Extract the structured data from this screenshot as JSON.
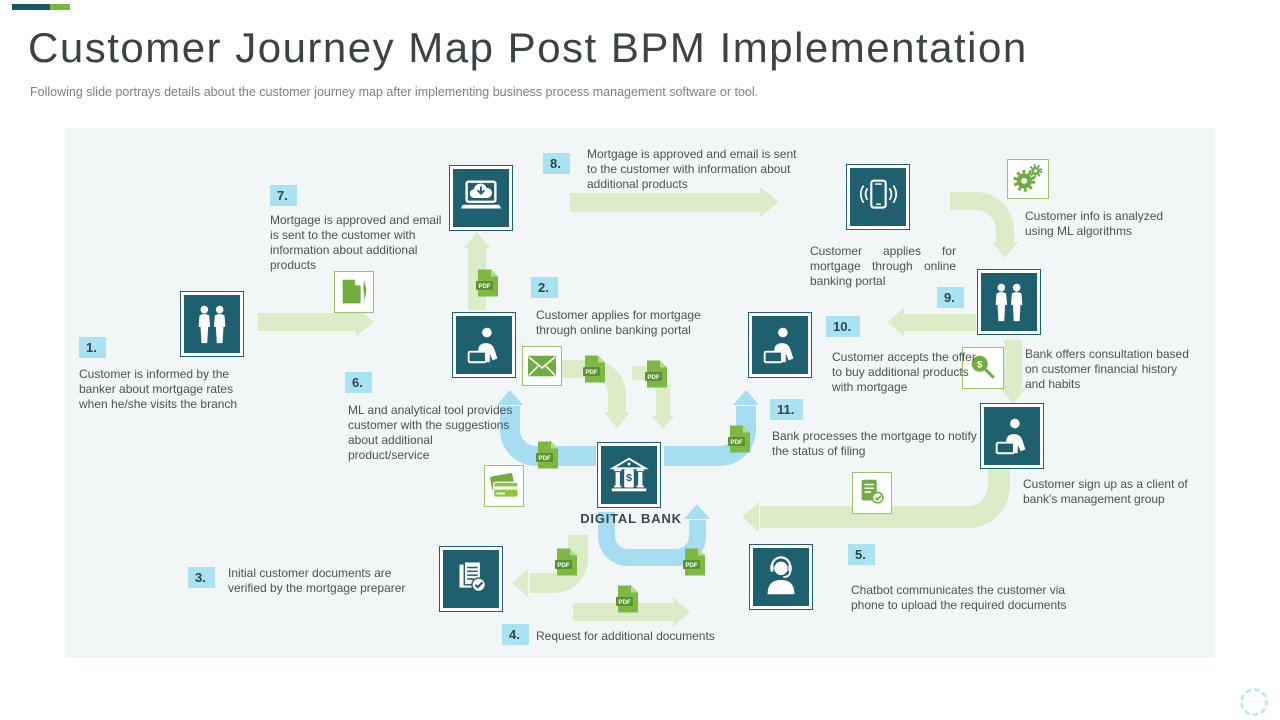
{
  "slide": {
    "title": "Customer Journey Map Post BPM Implementation",
    "subtitle": "Following slide portrays details about the customer journey map after implementing business process management software or tool."
  },
  "diagram": {
    "digital_bank_label": "DIGITAL BANK",
    "pdf_label": "PDF",
    "steps": {
      "s1": {
        "num": "1.",
        "text": "Customer is informed by the banker about mortgage rates when he/she visits the branch"
      },
      "s2": {
        "num": "2.",
        "text": "Customer applies for mortgage through online banking portal"
      },
      "s3": {
        "num": "3.",
        "text": "Initial customer documents are verified by the mortgage preparer"
      },
      "s4": {
        "num": "4.",
        "text": "Request for additional documents"
      },
      "s5": {
        "num": "5.",
        "text": "Chatbot communicates the customer via phone to upload the required documents"
      },
      "s6": {
        "num": "6.",
        "text": "ML and analytical tool provides customer with the suggestions about additional product/service"
      },
      "s7": {
        "num": "7.",
        "text": "Mortgage is approved and email is sent to the customer with information about additional products"
      },
      "s8": {
        "num": "8.",
        "text": "Mortgage is approved and email is sent to the customer with information about additional products"
      },
      "s9": {
        "num": "9."
      },
      "s10": {
        "num": "10.",
        "text": "Customer accepts the offer to buy additional products with mortgage"
      },
      "s11": {
        "num": "11.",
        "text": "Bank processes the mortgage to notify the status of filing"
      }
    },
    "captions": {
      "portal": "Customer applies for mortgage through online banking portal",
      "ml_analysis": "Customer info is analyzed using ML algorithms",
      "consultation": "Bank offers consultation based on customer financial history and habits",
      "signup": "Customer sign up as a client of bank's management group"
    }
  },
  "icons": {
    "two_people_icon": "two standing people silhouettes",
    "laptop_cloud_icon": "laptop with cloud download",
    "smartphone_icon": "vibrating smartphone",
    "person_laptop_icon": "person working on laptop",
    "bank_building_icon": "bank building with dollar sign",
    "documents_check_icon": "verified documents with checkmark",
    "support_agent_icon": "agent with headset",
    "note_pen_icon": "note with pen",
    "gears_icon": "two gears",
    "magnifier_dollar_icon": "magnifier over dollar",
    "doc_check_icon": "document with checkmark",
    "envelope_icon": "envelope",
    "credit_card_icon": "credit cards",
    "pdf_file_icon": "PDF file",
    "loading_spinner_icon": "segmented circle spinner",
    "bank_dollar_glyph": "$",
    "magnifier_dollar_glyph": "$"
  },
  "colors": {
    "tile_teal": "#1E5F70",
    "icon_green": "#6FAE3E",
    "arrow_green": "#DCEBC8",
    "arrow_blue": "#A7DDF0",
    "badge_blue": "#A9E2F0",
    "panel_bg": "#F2F6F7",
    "header_bar_teal": "#17596B",
    "header_bar_green": "#7EB43E",
    "title_text": "#3C4347",
    "body_text": "#4A5254"
  }
}
